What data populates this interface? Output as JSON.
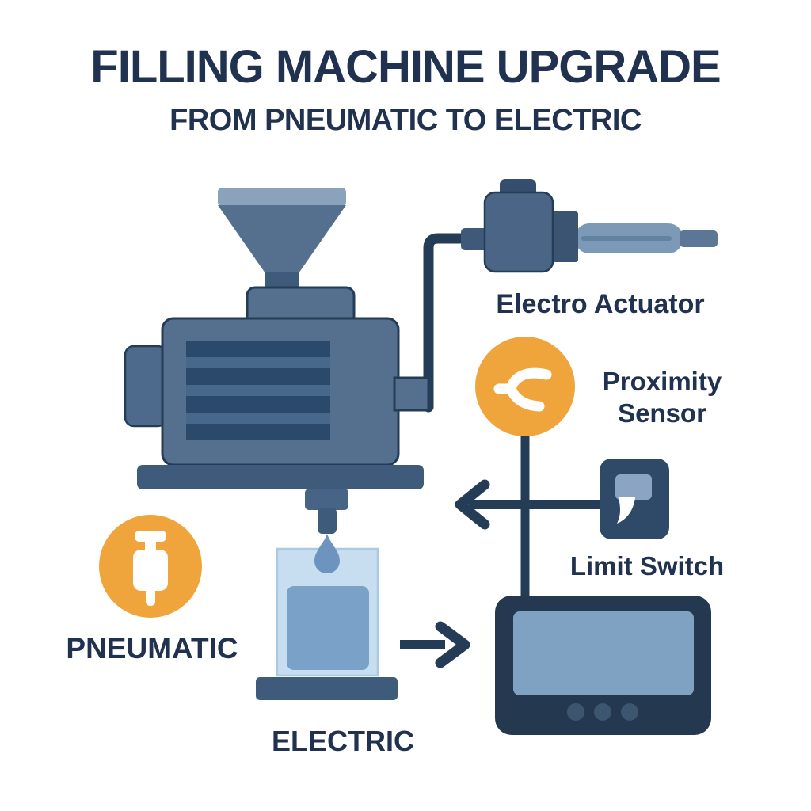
{
  "title": "FILLING MACHINE UPGRADE",
  "subtitle": "FROM PNEUMATIC TO ELECTRIC",
  "labels": {
    "electro_actuator": "Electro Actuator",
    "proximity_sensor_line1": "Proximity",
    "proximity_sensor_line2": "Sensor",
    "limit_switch": "Limit Switch",
    "pneumatic": "PNEUMATIC",
    "electric": "ELECTRIC"
  },
  "icons": {
    "proximity_sensor": "proximity-sensor-icon",
    "pneumatic": "pneumatic-cylinder-icon",
    "limit_switch": "limit-switch-flag-icon",
    "droplet": "liquid-droplet-icon"
  },
  "colors": {
    "page_bg": "#ffffff",
    "heading": "#20324f",
    "line": "#243c55",
    "orange": "#f0a43c",
    "machine_body": "#54708e",
    "machine_light": "#8aa2bc",
    "machine_dark": "#3e5b7b",
    "machine_slat_dark": "#2b4a6b",
    "machine_slat_mid": "#47688a",
    "machine_side_block": "#4d6a8c",
    "nozzle_mount": "#476486",
    "actuator_body": "#4a6585",
    "actuator_cap": "#344f6d",
    "actuator_flange": "#3a5472",
    "actuator_rod": "#7d99b8",
    "actuator_rod_slot": "#6282a2",
    "actuator_tip": "#5b7795",
    "actuator_stub": "#3f5a78",
    "container": "#c7def1",
    "container_stroke": "#aac9e3",
    "liquid": "#7aa2c8",
    "droplet": "#6d94bf",
    "panel_body": "#24384f",
    "panel_screen": "#7fa2c2",
    "panel_button": "#3d566f",
    "switch_body": "#2f4a68",
    "switch_flag": "#8ba4c4"
  }
}
